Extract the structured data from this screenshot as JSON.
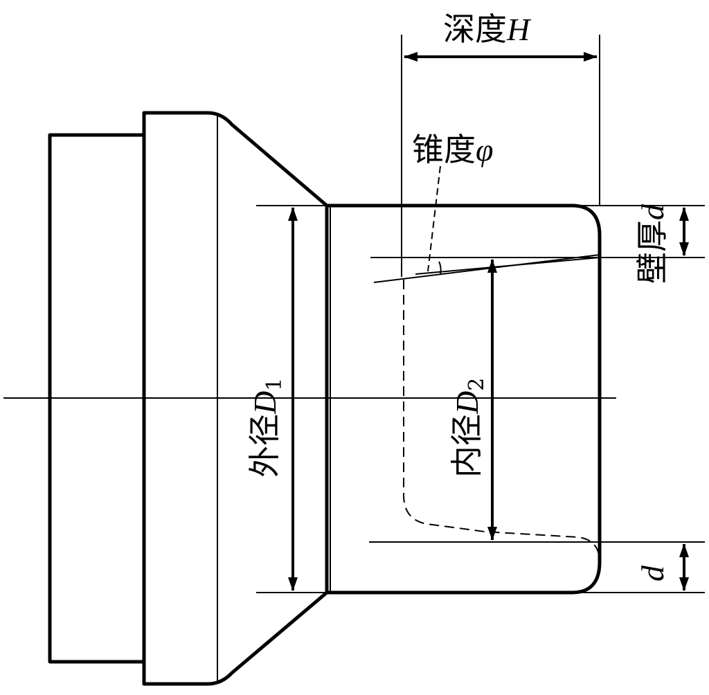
{
  "labels": {
    "depth": {
      "text": "深度",
      "symbol": "H"
    },
    "taper": {
      "text": "锥度",
      "symbol": "φ"
    },
    "wall_thickness": {
      "text": "壁厚",
      "symbol": "d"
    },
    "bottom_wall": {
      "symbol": "d"
    },
    "outer_diameter": {
      "text": "外径",
      "symbol": "D",
      "subscript": "1"
    },
    "inner_diameter": {
      "text": "内径",
      "symbol": "D",
      "subscript": "2"
    }
  },
  "colors": {
    "stroke": "#000000",
    "background": "#ffffff"
  }
}
